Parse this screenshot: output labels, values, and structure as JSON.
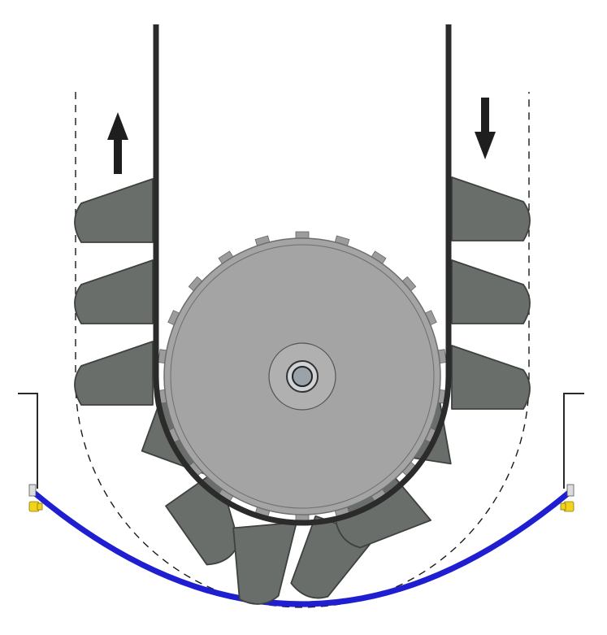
{
  "diagram": {
    "kind": "bucket-elevator-boot-section",
    "colors": {
      "background": "#ffffff",
      "belt": "#2b2b2b",
      "pulley_face": "#a4a4a4",
      "pulley_edge": "#6e6e6e",
      "lag": "#9c9c9c",
      "bucket_fill": "#6a6e6a",
      "bucket_edge": "#3e423e",
      "trough": "#1f1fd1",
      "housing": "#2a2a2a",
      "arrow": "#1e1e1e",
      "fitting": "#f2d21b",
      "dashed": "#1a1a1a"
    },
    "arrows": [
      {
        "name": "up-direction-arrow",
        "direction": "up"
      },
      {
        "name": "down-direction-arrow",
        "direction": "down"
      }
    ],
    "buckets": {
      "left_strand": 3,
      "around_pulley": 6,
      "right_strand": 3
    },
    "pulley_lags": 22
  }
}
